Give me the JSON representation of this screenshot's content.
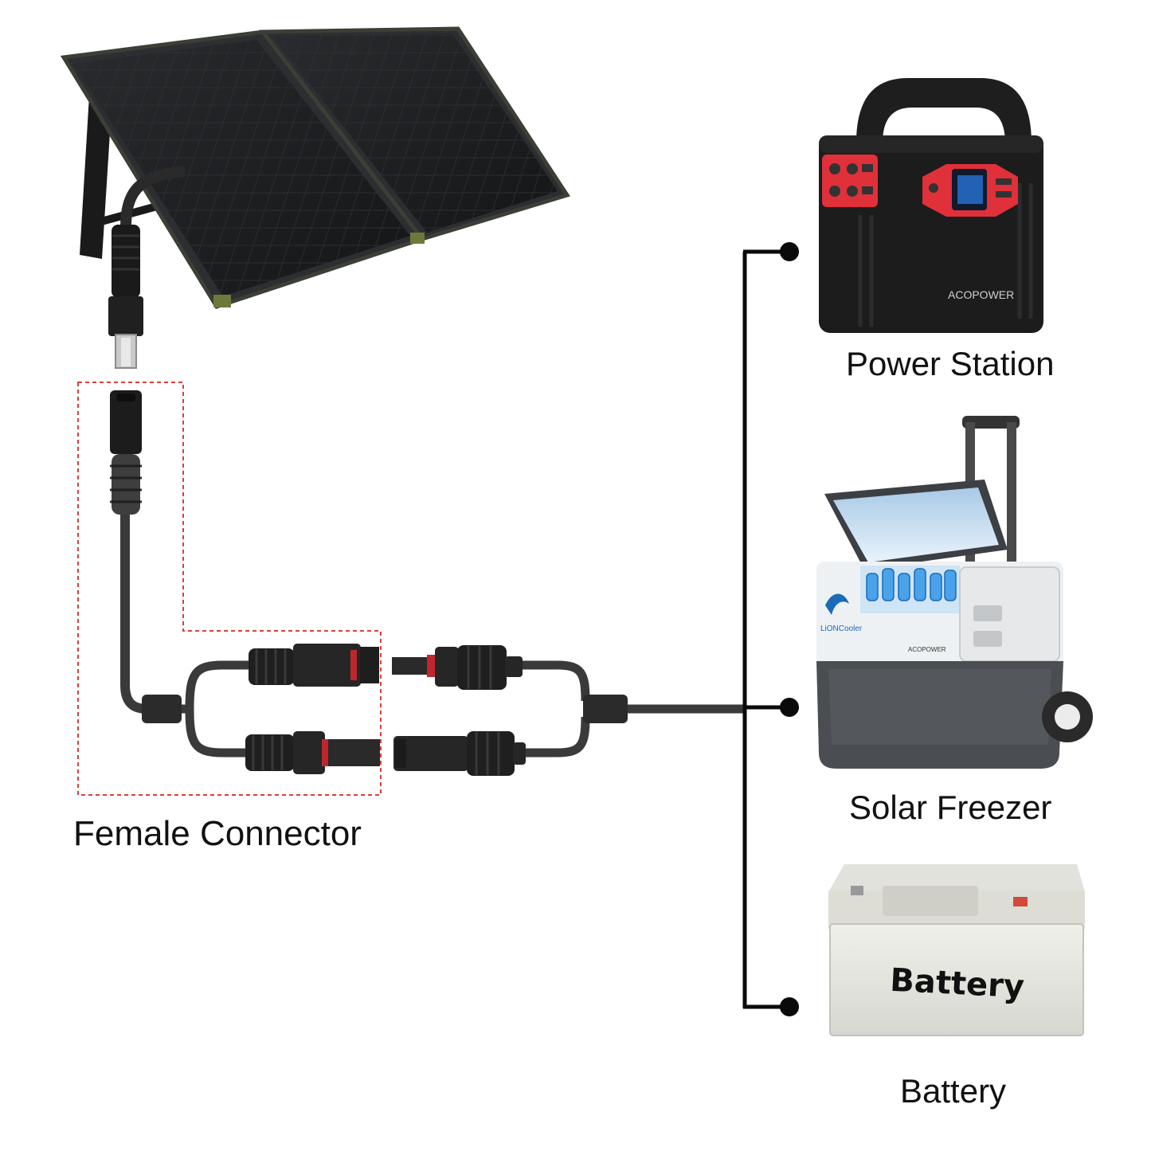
{
  "labels": {
    "power_station": "Power Station",
    "solar_freezer": "Solar Freezer",
    "battery": "Battery",
    "female_connector": "Female Connector"
  },
  "product_marks": {
    "power_station_brand": "ACOPOWER",
    "freezer_brand": "ACOPOWER",
    "freezer_logo": "LiONCooler",
    "battery_face_text": "Battery"
  },
  "colors": {
    "cable": "#3a3a3a",
    "connector_line": "#0a0a0a",
    "dashed_outline": "#d9403a",
    "power_station_accent": "#e0303a",
    "solar_panel": "#1c1d1f"
  },
  "icons": [
    "solar-panel-icon",
    "power-station-icon",
    "solar-freezer-icon",
    "battery-icon",
    "y-splitter-cable-icon"
  ]
}
